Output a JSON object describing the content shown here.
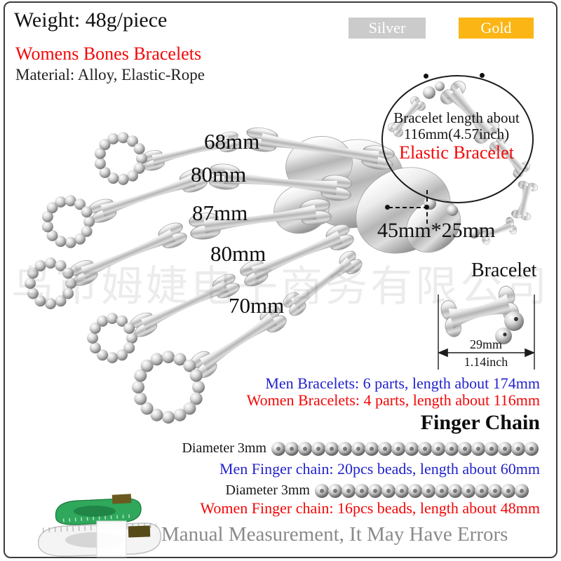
{
  "header": {
    "weight": "Weight: 48g/piece",
    "title": "Womens Bones Bracelets",
    "material": "Material: Alloy, Elastic-Rope"
  },
  "variants": {
    "silver_label": "Silver",
    "silver_color": "#cbcbcb",
    "gold_label": "Gold",
    "gold_color": "#fbb615"
  },
  "watermark": "乌市姆婕电子商务有限公司",
  "finger_measurements": [
    "68mm",
    "80mm",
    "87mm",
    "80mm",
    "70mm"
  ],
  "bracelet_annotation": {
    "line1": "Bracelet length about",
    "line2": "116mm(4.57inch)",
    "line3": "Elastic Bracelet"
  },
  "palm_size": "45mm*25mm",
  "bracelet_detail": {
    "label": "Bracelet",
    "width_mm": "29mm",
    "width_inch": "1.14inch"
  },
  "bracelet_info": {
    "men": "Men Bracelets: 6 parts, length about 174mm",
    "women": "Women Bracelets: 4 parts, length about 116mm"
  },
  "finger_chain": {
    "heading": "Finger Chain",
    "diameter_label": "Diameter 3mm",
    "men": "Men Finger chain: 20pcs beads, length about 60mm",
    "men_beads": 20,
    "women": "Women Finger chain: 16pcs beads, length about 48mm",
    "women_beads": 16
  },
  "footer": {
    "note": "Manual Measurement, It May Have Errors"
  },
  "colors": {
    "red": "#f40606",
    "blue": "#2222cc",
    "black": "#111111",
    "note_gray": "#8a8a8a"
  }
}
